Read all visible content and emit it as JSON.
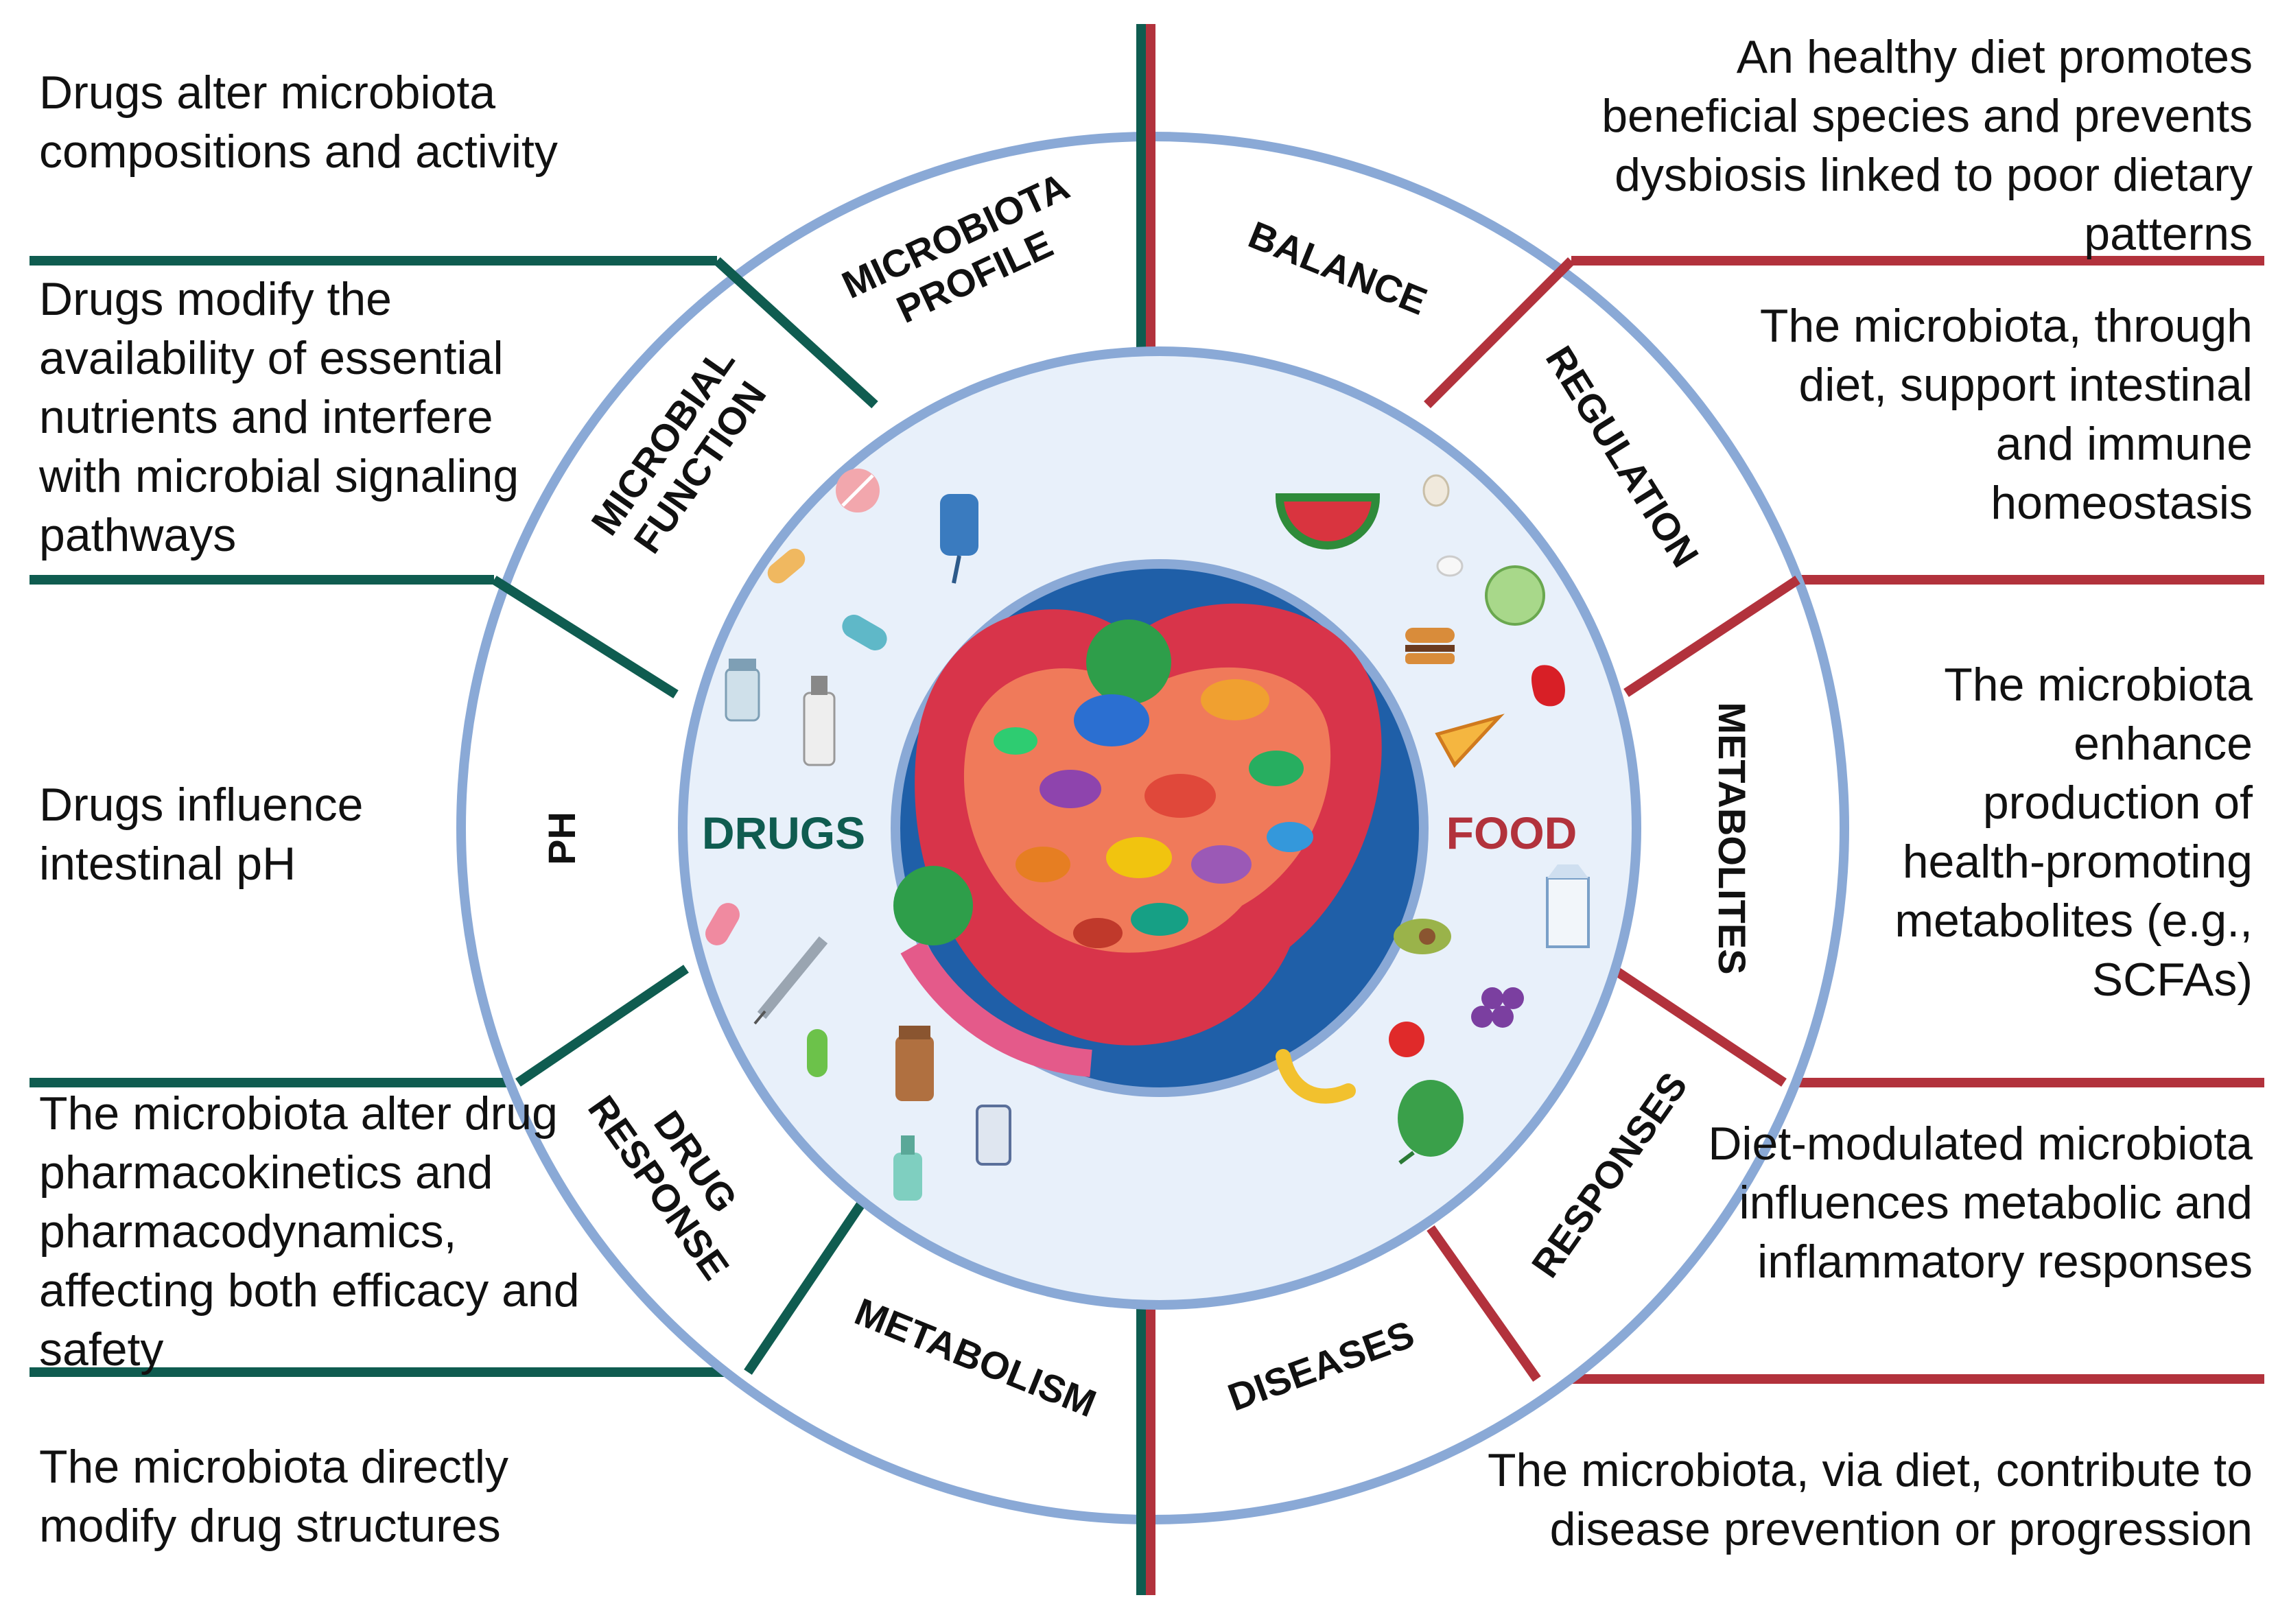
{
  "colors": {
    "drugs_green": "#0f5c50",
    "food_red": "#b2323c",
    "ring_blue": "#8aa9d6",
    "inner_fill": "#e8f0fa"
  },
  "core": {
    "drugs_label": "DRUGS",
    "food_label": "FOOD"
  },
  "segments": {
    "microbiota_profile": [
      "MICROBIOTA",
      "PROFILE"
    ],
    "microbial_function": [
      "MICROBIAL",
      "FUNCTION"
    ],
    "ph": "PH",
    "drug_response": [
      "DRUG",
      "RESPONSE"
    ],
    "metabolism": "METABOLISM",
    "balance": "BALANCE",
    "regulation": "REGULATION",
    "metabolites": "METABOLITES",
    "responses": "RESPONSES",
    "diseases": "DISEASES"
  },
  "descriptions": {
    "left": [
      "Drugs alter microbiota compositions and activity",
      "Drugs modify the availability of essential nutrients and interfere with microbial signaling pathways",
      "Drugs influence intestinal pH",
      "The microbiota alter drug pharmacokinetics and pharmacodynamics, affecting both efficacy and safety",
      "The microbiota directly modify drug structures"
    ],
    "right": [
      "An healthy diet promotes beneficial species and prevents dysbiosis linked to poor dietary patterns",
      "The microbiota, through diet, support intestinal and immune homeostasis",
      "The microbiota enhance production of health-promoting metabolites (e.g., SCFAs)",
      "Diet-modulated microbiota influences metabolic and inflammatory responses",
      "The microbiota, via diet, contribute to disease prevention or progression"
    ]
  },
  "icons": {
    "drugs": [
      "pill-icon",
      "iv-bag-icon",
      "capsule-icon",
      "vial-icon",
      "spray-bottle-icon",
      "syringe-icon",
      "medicine-bottle-icon",
      "dropper-bottle-icon",
      "pill-bottle-icon"
    ],
    "food": [
      "watermelon-icon",
      "garlic-icon",
      "egg-icon",
      "cabbage-icon",
      "burger-icon",
      "pepper-icon",
      "pizza-icon",
      "milk-icon",
      "avocado-icon",
      "grapes-icon",
      "tomato-icon",
      "banana-icon",
      "lettuce-icon"
    ]
  }
}
